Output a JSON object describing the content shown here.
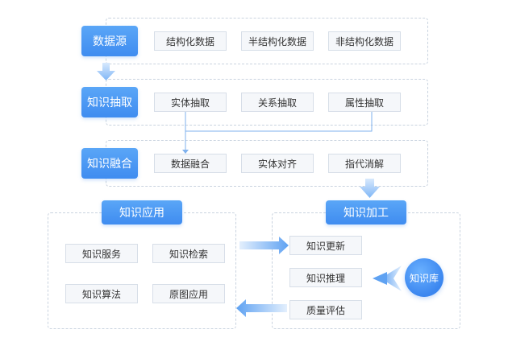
{
  "source": {
    "label": "数据源",
    "items": [
      "结构化数据",
      "半结构化数据",
      "非结构化数据"
    ]
  },
  "extraction": {
    "label": "知识抽取",
    "items": [
      "实体抽取",
      "关系抽取",
      "属性抽取"
    ]
  },
  "fusion": {
    "label": "知识融合",
    "items": [
      "数据融合",
      "实体对齐",
      "指代消解"
    ]
  },
  "application": {
    "label": "知识应用",
    "items": [
      "知识服务",
      "知识检索",
      "知识算法",
      "原图应用"
    ]
  },
  "processing": {
    "label": "知识加工",
    "items": [
      "知识更新",
      "知识推理",
      "质量评估"
    ]
  },
  "kb": {
    "label": "知识库"
  },
  "colors": {
    "accent": "#3f8cf0",
    "arrow_light": "#bcd9fb",
    "line": "#7fb2ee"
  }
}
